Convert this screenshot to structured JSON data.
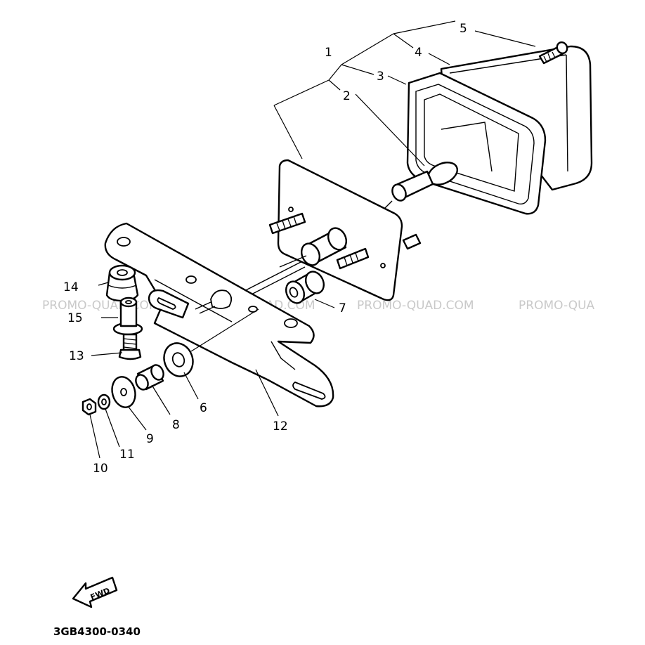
{
  "diagram": {
    "callouts": [
      "1",
      "2",
      "3",
      "4",
      "5",
      "6",
      "7",
      "8",
      "9",
      "10",
      "11",
      "12",
      "13",
      "14",
      "15"
    ],
    "watermark": "PROMO-QUAD.COM",
    "watermark_partial": "PROMO-QUA",
    "part_code": "3GB4300-0340",
    "direction_label": "FWD"
  }
}
